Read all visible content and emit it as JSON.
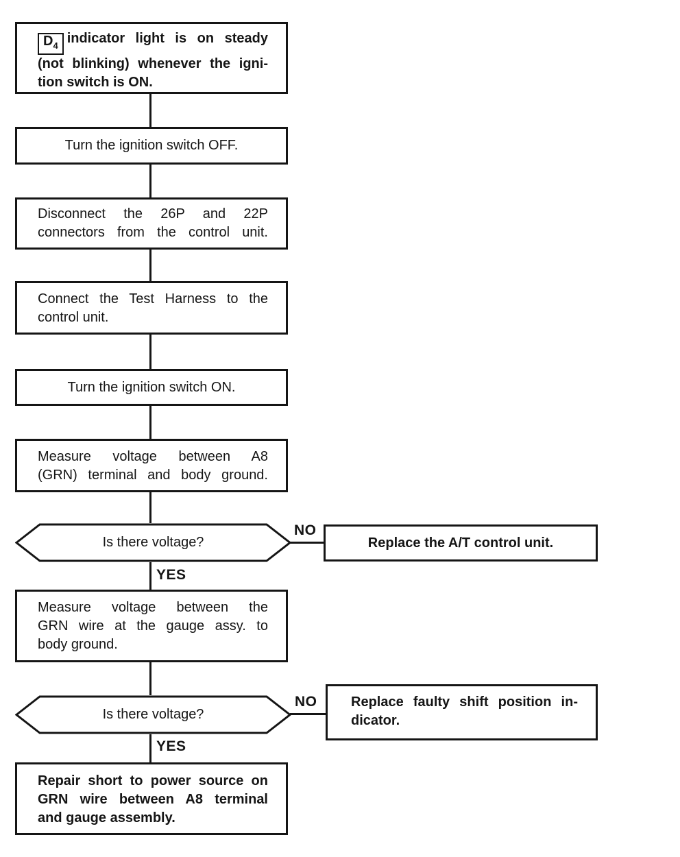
{
  "palette": {
    "background": "#ffffff",
    "ink": "#151515"
  },
  "flow": {
    "start": {
      "badge": "D",
      "badge_sub": "4",
      "lines": [
        "indicator light is on steady",
        "(not blinking) whenever the igni-",
        "tion switch is ON."
      ]
    },
    "turn_off": {
      "lines": [
        "Turn the ignition switch OFF."
      ]
    },
    "disconnect": {
      "lines": [
        "Disconnect the 26P and 22P",
        "connectors from the control unit."
      ]
    },
    "connect_harness": {
      "lines": [
        "Connect the Test Harness to the",
        "control unit."
      ]
    },
    "turn_on": {
      "lines": [
        "Turn the ignition switch ON."
      ]
    },
    "measure_a8": {
      "lines": [
        "Measure voltage between A8",
        "(GRN) terminal and body ground."
      ]
    },
    "decision1": {
      "question": "Is there voltage?",
      "no_label": "NO",
      "yes_label": "YES"
    },
    "replace_control_unit": {
      "lines": [
        "Replace the A/T control unit."
      ]
    },
    "measure_grn": {
      "lines": [
        "Measure voltage between the",
        "GRN wire at the gauge assy. to",
        "body ground."
      ]
    },
    "decision2": {
      "question": "Is there voltage?",
      "no_label": "NO",
      "yes_label": "YES"
    },
    "replace_indicator": {
      "lines": [
        "Replace faulty shift position in-",
        "dicator."
      ]
    },
    "repair_short": {
      "lines": [
        "Repair short to power source on",
        "GRN wire between A8 terminal",
        "and gauge assembly."
      ]
    }
  }
}
